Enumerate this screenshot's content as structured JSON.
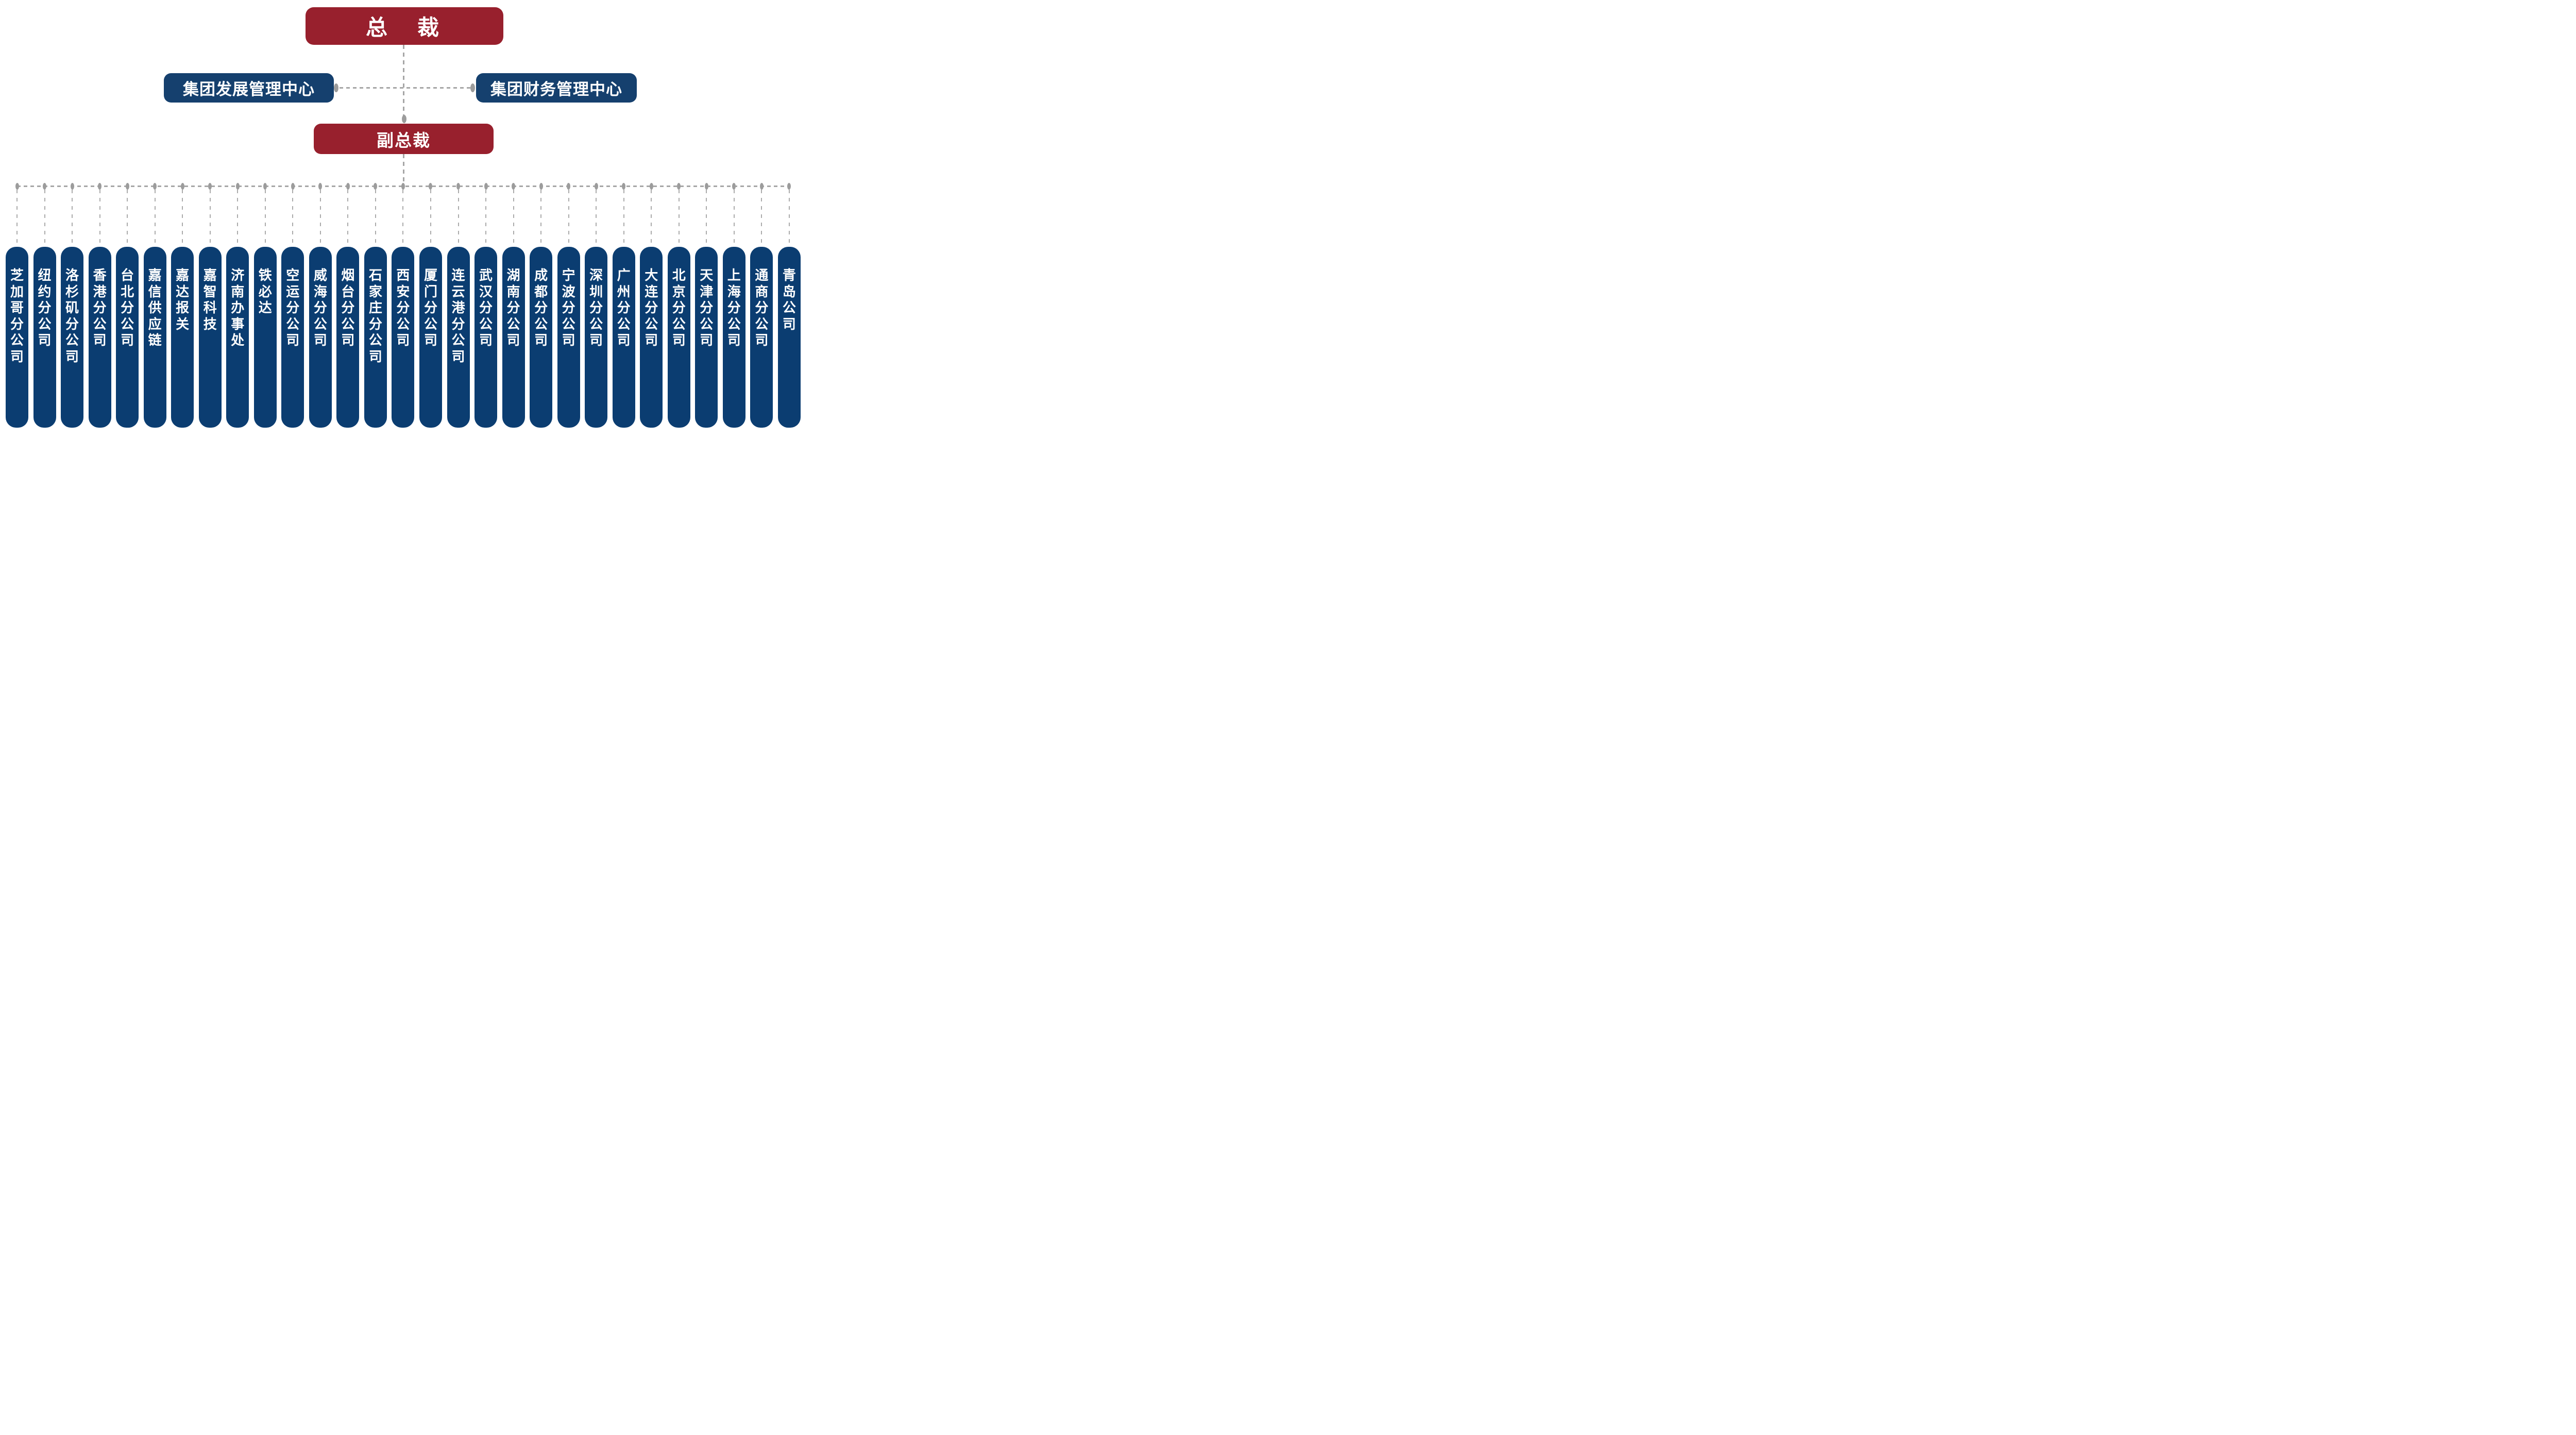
{
  "org_chart": {
    "president": {
      "label": "总　裁"
    },
    "centers": [
      {
        "label": "集团发展管理中心"
      },
      {
        "label": "集团财务管理中心"
      }
    ],
    "vice_president": {
      "label": "副总裁"
    },
    "branches": [
      {
        "label": "芝加哥分公司"
      },
      {
        "label": "纽约分公司"
      },
      {
        "label": "洛杉矶分公司"
      },
      {
        "label": "香港分公司"
      },
      {
        "label": "台北分公司"
      },
      {
        "label": "嘉信供应链"
      },
      {
        "label": "嘉达报关"
      },
      {
        "label": "嘉智科技"
      },
      {
        "label": "济南办事处"
      },
      {
        "label": "铁必达"
      },
      {
        "label": "空运分公司"
      },
      {
        "label": "威海分公司"
      },
      {
        "label": "烟台分公司"
      },
      {
        "label": "石家庄分公司"
      },
      {
        "label": "西安分公司"
      },
      {
        "label": "厦门分公司"
      },
      {
        "label": "连云港分公司"
      },
      {
        "label": "武汉分公司"
      },
      {
        "label": "湖南分公司"
      },
      {
        "label": "成都分公司"
      },
      {
        "label": "宁波分公司"
      },
      {
        "label": "深圳分公司"
      },
      {
        "label": "广州分公司"
      },
      {
        "label": "大连分公司"
      },
      {
        "label": "北京分公司"
      },
      {
        "label": "天津分公司"
      },
      {
        "label": "上海分公司"
      },
      {
        "label": "通商分公司"
      },
      {
        "label": "青岛公司"
      }
    ]
  },
  "colors": {
    "executive_red": "#98202D",
    "center_blue": "#15406E",
    "branch_blue": "#0B3D71",
    "connector_gray": "#9C9C9C",
    "text_white": "#FFFFFF",
    "background": "#FFFFFF"
  }
}
